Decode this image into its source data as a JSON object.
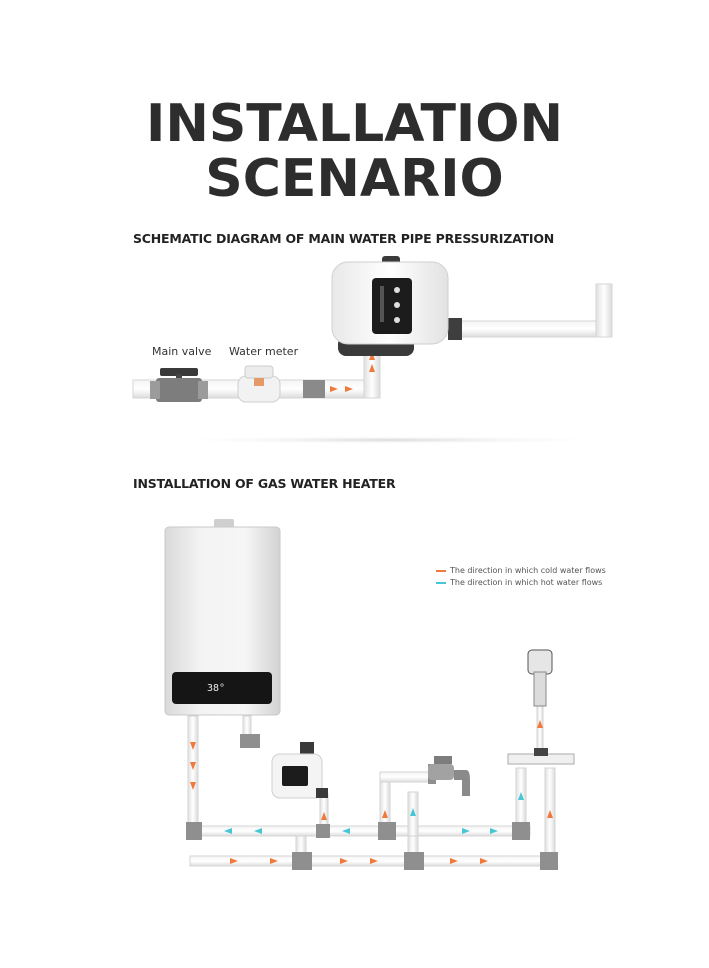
{
  "title": {
    "line1": "INSTALLATION",
    "line2": "SCENARIO"
  },
  "section1": {
    "heading": "SCHEMATIC DIAGRAM OF MAIN WATER PIPE PRESSURIZATION",
    "labels": {
      "main_valve": "Main valve",
      "water_meter": "Water meter"
    }
  },
  "section2": {
    "heading": "INSTALLATION OF GAS WATER HEATER",
    "legend": {
      "cold": "The direction in which cold water flows",
      "hot": "The direction in which hot water flows"
    },
    "heater_display": "38°"
  },
  "colors": {
    "cold_arrow": "#f07a3c",
    "hot_arrow": "#49c6d6",
    "pipe": "#e6e6e6",
    "fitting": "#9a9a9a"
  }
}
